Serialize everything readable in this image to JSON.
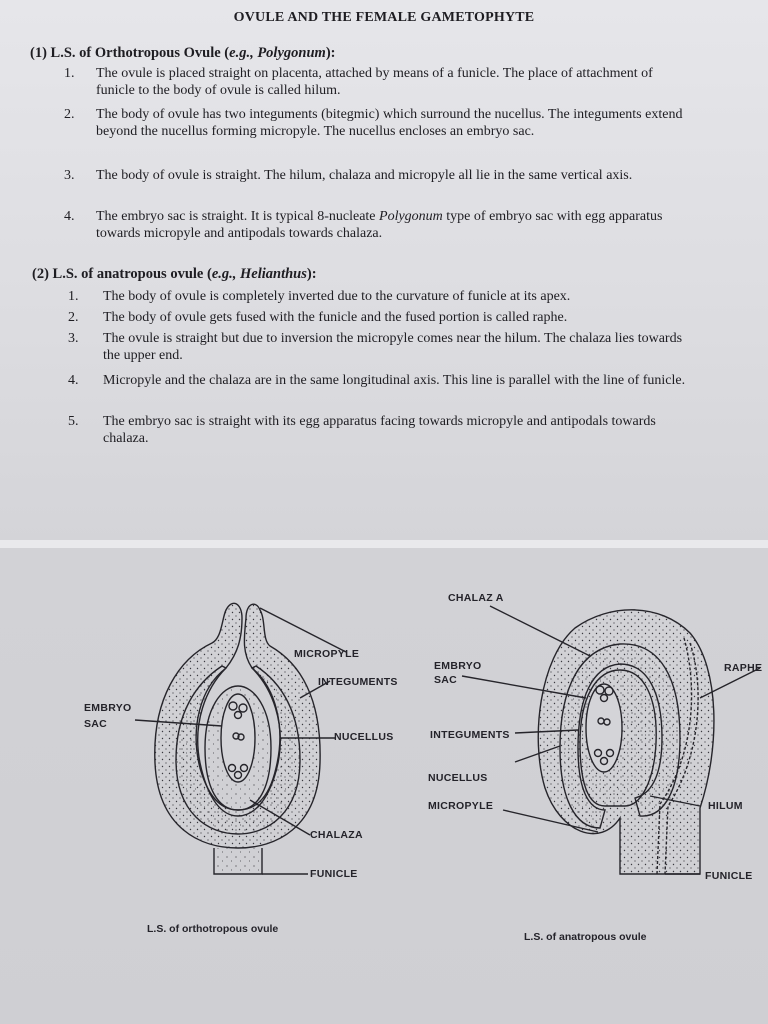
{
  "title": "OVULE AND THE FEMALE GAMETOPHYTE",
  "section1": {
    "num": "(1)",
    "head_pre": "L.S. of Orthotropous Ovule (",
    "head_em": "e.g., Polygonum",
    "head_post": "):",
    "items": [
      {
        "n": "1.",
        "text": "The ovule is placed straight on placenta, attached by means of a funicle. The place of attachment of funicle to the body of ovule is called hilum."
      },
      {
        "n": "2.",
        "text": "The body of ovule has two integuments (bitegmic) which surround the nucellus. The integuments extend beyond the nucellus forming micropyle. The nucellus encloses an embryo sac."
      },
      {
        "n": "3.",
        "text": "The body of ovule is straight. The hilum, chalaza and micropyle all lie in the same vertical axis."
      },
      {
        "n": "4.",
        "text_pre": "The embryo sac is straight. It is typical 8-nucleate ",
        "text_em": "Polygonum",
        "text_post": " type of embryo sac with egg apparatus towards micropyle and antipodals towards chalaza."
      }
    ]
  },
  "section2": {
    "num": "(2)",
    "head_pre": "L.S. of anatropous ovule (",
    "head_em": "e.g., Helianthus",
    "head_post": "):",
    "items": [
      {
        "n": "1.",
        "text": "The body of ovule is completely inverted due to the curvature of funicle at its apex."
      },
      {
        "n": "2.",
        "text": "The body of ovule gets fused with the funicle and the fused portion is called raphe."
      },
      {
        "n": "3.",
        "text": "The ovule is straight but due to inversion the micropyle comes near the hilum. The chalaza lies towards the upper end."
      },
      {
        "n": "4.",
        "text": "Micropyle and the chalaza are in the same longitudinal axis. This line is parallel with the line of funicle."
      },
      {
        "n": "5.",
        "text": "The embryo sac is straight with its egg apparatus facing towards micropyle and antipodals towards chalaza."
      }
    ]
  },
  "figure1": {
    "labels": {
      "micropyle": "MICROPYLE",
      "integuments": "INTEGUMENTS",
      "embryo_sac_1": "EMBRYO",
      "embryo_sac_2": "SAC",
      "nucellus": "NUCELLUS",
      "chalaza": "CHALAZA",
      "funicle": "FUNICLE"
    },
    "caption": "L.S. of orthotropous ovule"
  },
  "figure2": {
    "labels": {
      "chalaza": "CHALAZ A",
      "embryo_sac_1": "EMBRYO",
      "embryo_sac_2": "SAC",
      "raphe": "RAPHE",
      "integuments": "INTEGUMENTS",
      "nucellus": "NUCELLUS",
      "micropyle": "MICROPYLE",
      "hilum": "HILUM",
      "funicle": "FUNICLE"
    },
    "caption": "L.S. of anatropous ovule"
  }
}
